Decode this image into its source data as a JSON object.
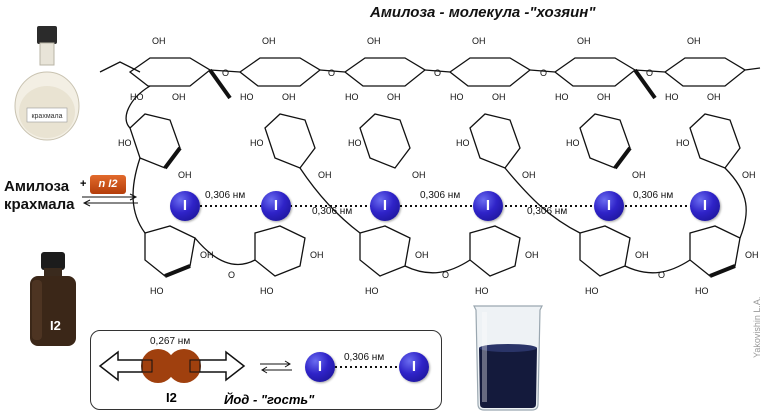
{
  "title": "Амилоза - молекула -\"хозяин\"",
  "side": {
    "line1": "Амилоза",
    "line2": "крахмала",
    "reagent_prefix": "+",
    "reagent": "n I2"
  },
  "flask_label": "крахмала",
  "bottle_label": "I2",
  "iodine_symbol": "I",
  "distances": {
    "iodine_iodine": "0,306 нм",
    "i2_bond": "0,267 нм"
  },
  "guest": {
    "formula": "I2",
    "caption": "Йод - \"гость\""
  },
  "credit": "Yakovishin L.A.",
  "colors": {
    "iodine": "#2f23c8",
    "i2_molecule": "#a0400e",
    "reagent": "#c9501a",
    "bond": "#111111"
  },
  "sugar_ring_labels": [
    "OH",
    "HO",
    "O"
  ]
}
